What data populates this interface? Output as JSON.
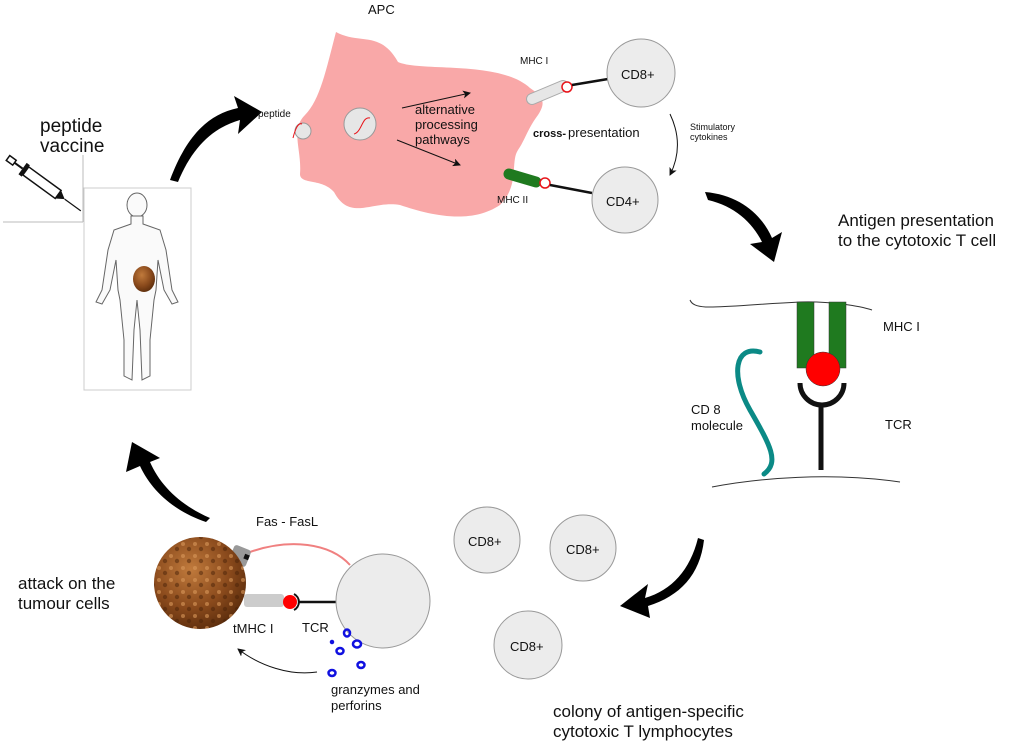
{
  "labels": {
    "apc": "APC",
    "peptide": "peptide",
    "alt_processing": [
      "alternative",
      "processing",
      "pathways"
    ],
    "mhc_i_top": "MHC I",
    "cross_presentation_bold": "cross-",
    "cross_presentation": "presentation",
    "mhc_ii": "MHC II",
    "cd8": "CD8+",
    "cd4": "CD4+",
    "stimulatory_cytokines": [
      "Stimulatory",
      "cytokines"
    ],
    "peptide_vaccine": [
      "peptide",
      "vaccine"
    ],
    "antigen_presentation": [
      "Antigen presentation",
      "to the cytotoxic T cell"
    ],
    "mhc_i_right": "MHC I",
    "tcr_right": "TCR",
    "cd8_molecule": [
      "CD 8",
      "molecule"
    ],
    "colony": [
      "colony of antigen-specific",
      "cytotoxic T lymphocytes"
    ],
    "colony_cells": [
      "CD8+",
      "CD8+",
      "CD8+"
    ],
    "fas_fasl": "Fas - FasL",
    "tmhc_i": "tMHC I",
    "tcr_bottom": "TCR",
    "granzymes": [
      "granzymes and",
      "perforins"
    ],
    "attack": [
      "attack on the",
      "tumour cells"
    ]
  },
  "colors": {
    "apc": "#f9a8a8",
    "cell": "#ececec",
    "mhc_ii": "#1f7a1f",
    "peptide": "#e8141a",
    "cd8_molecule": "#0b8a86",
    "tumour": "#8a4a1c",
    "granzyme": "#1010e0",
    "fasl": "#f08080"
  }
}
